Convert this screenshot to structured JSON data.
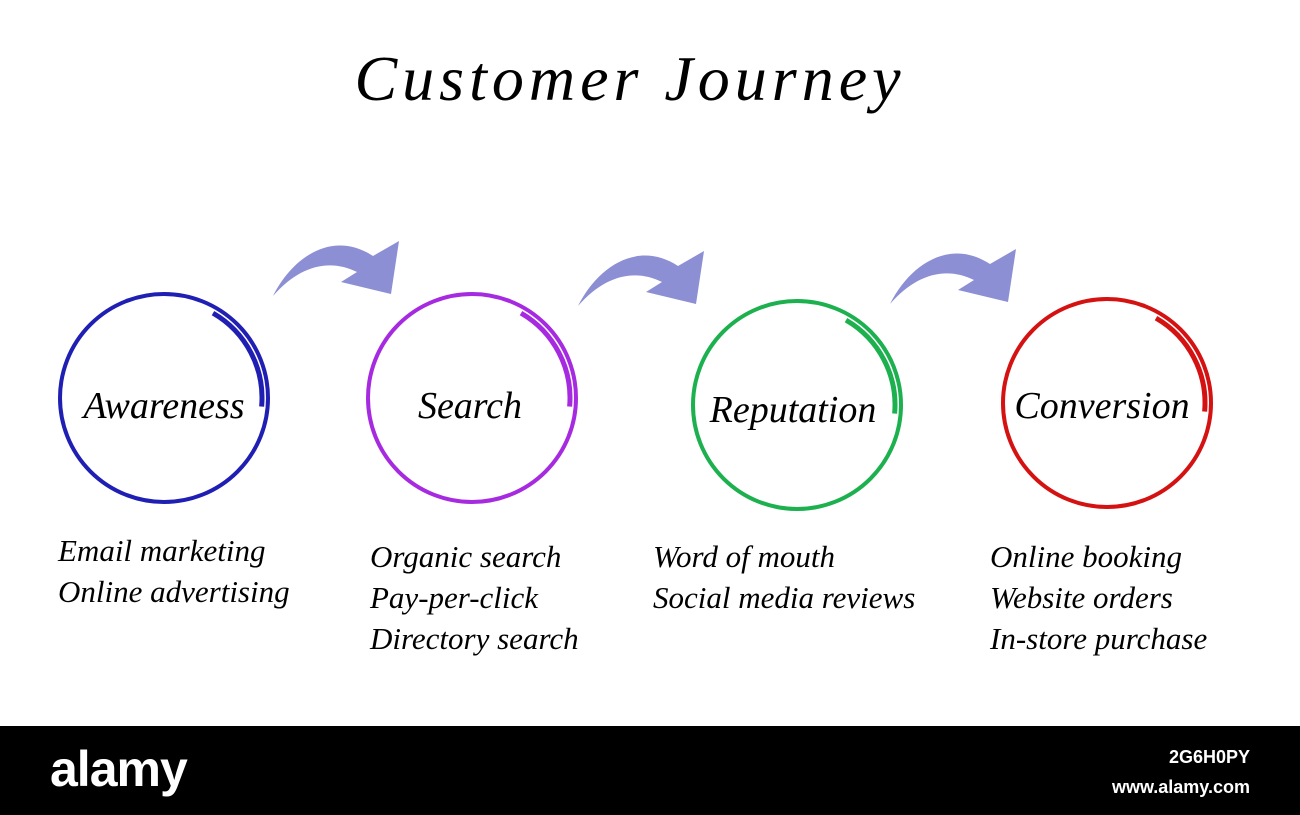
{
  "title": "Customer Journey",
  "arrow_color": "#8c8fd4",
  "stages": [
    {
      "label": "Awareness",
      "color": "#1f1fb4",
      "items": [
        "Email marketing",
        "Online advertising"
      ]
    },
    {
      "label": "Search",
      "color": "#a62be0",
      "items": [
        "Organic search",
        "Pay-per-click",
        "Directory search"
      ]
    },
    {
      "label": "Reputation",
      "color": "#1db04f",
      "items": [
        "Word of mouth",
        "Social media reviews"
      ]
    },
    {
      "label": "Conversion",
      "color": "#d41212",
      "items": [
        "Online booking",
        "Website orders",
        "In-store purchase"
      ]
    }
  ],
  "footer": {
    "brand": "alamy",
    "image_id": "2G6H0PY",
    "site": "www.alamy.com"
  }
}
